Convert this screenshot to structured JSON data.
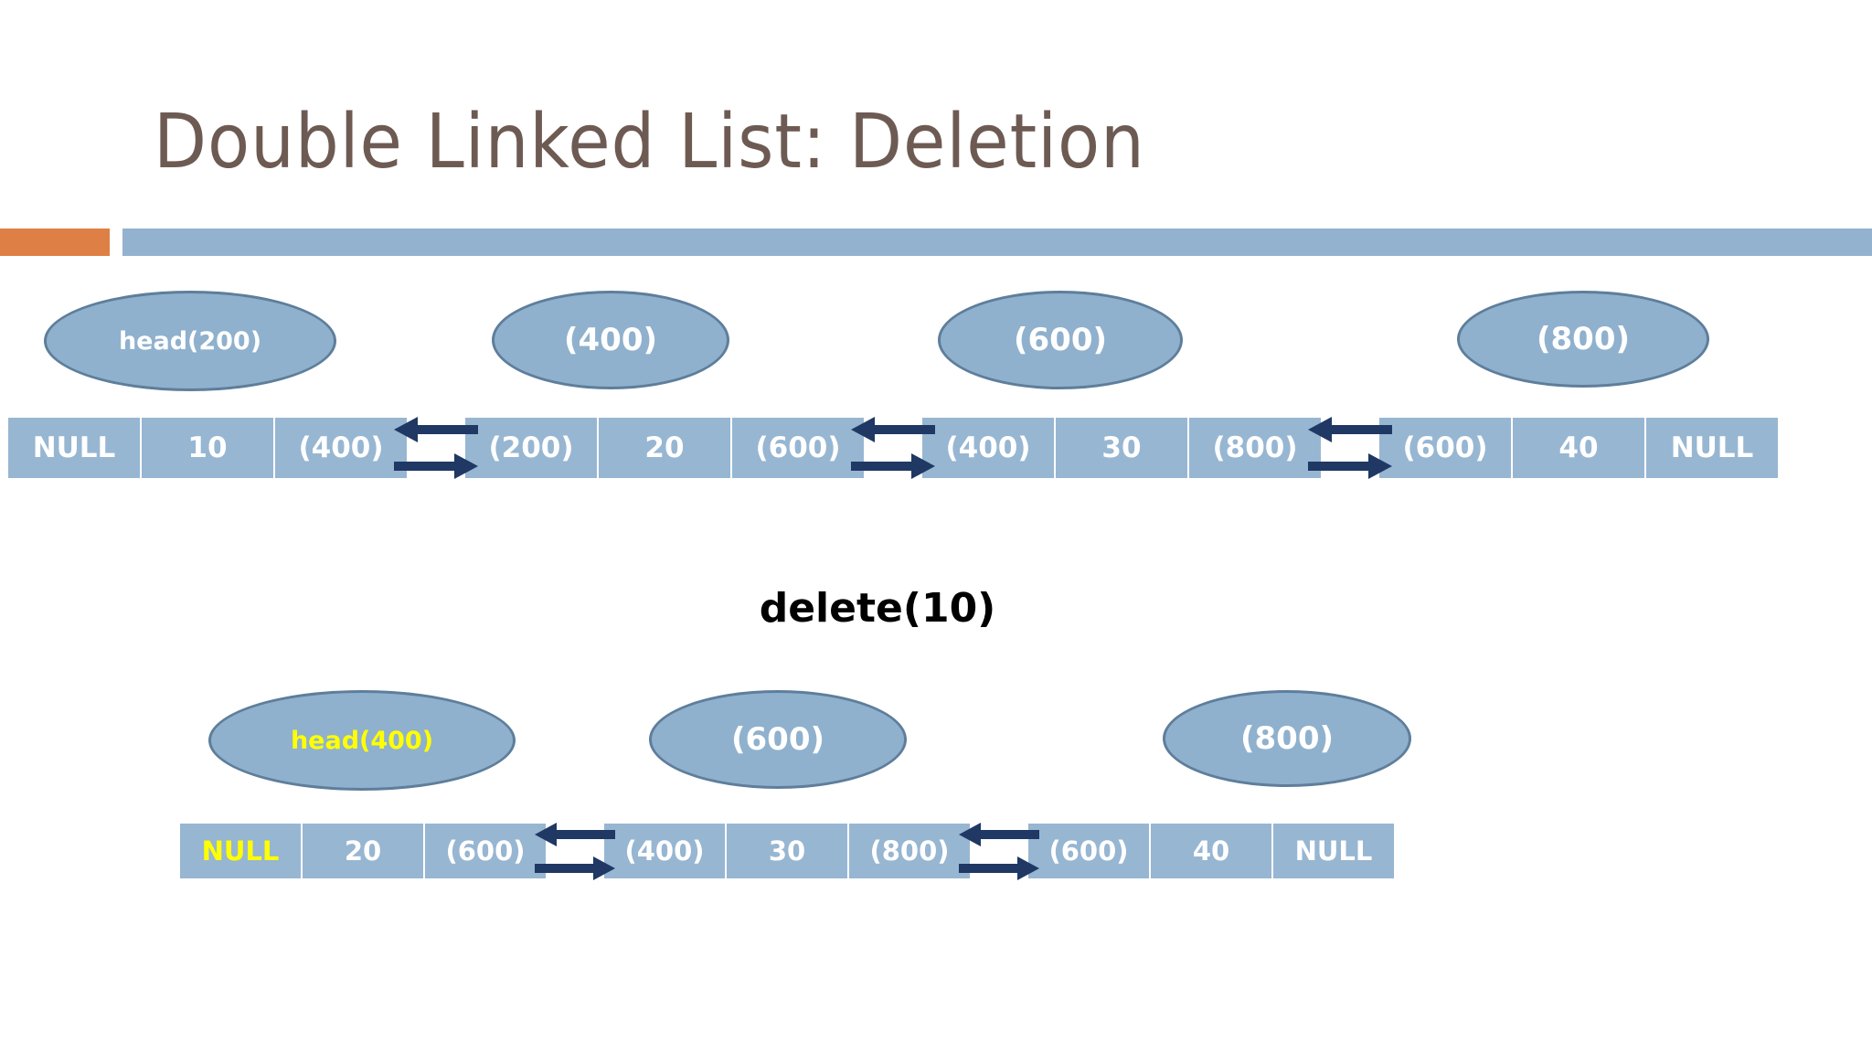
{
  "slide": {
    "title": "Double Linked List: Deletion",
    "title_color": "#6D5B53",
    "accent_orange": "#DE8045",
    "accent_blue": "#93B2D0",
    "node_fill": "#97B6D2",
    "ellipse_fill": "#8FB1CD",
    "ellipse_border": "#5E7E9B",
    "arrow_color": "#1F3864",
    "highlight_color": "#FFFF00",
    "operation_label": "delete(10)"
  },
  "before": {
    "pointers": [
      {
        "label": "head(200)",
        "size": "sm",
        "highlight": false
      },
      {
        "label": "(400)",
        "size": "lg",
        "highlight": false
      },
      {
        "label": "(600)",
        "size": "lg",
        "highlight": false
      },
      {
        "label": "(800)",
        "size": "lg",
        "highlight": false
      }
    ],
    "nodes": [
      {
        "prev": "NULL",
        "data": "10",
        "next": "(400)"
      },
      {
        "prev": "(200)",
        "data": "20",
        "next": "(600)"
      },
      {
        "prev": "(400)",
        "data": "30",
        "next": "(800)"
      },
      {
        "prev": "(600)",
        "data": "40",
        "next": "NULL"
      }
    ]
  },
  "after": {
    "pointers": [
      {
        "label": "head(400)",
        "size": "sm",
        "highlight": true
      },
      {
        "label": "(600)",
        "size": "lg",
        "highlight": false
      },
      {
        "label": "(800)",
        "size": "lg",
        "highlight": false
      }
    ],
    "nodes": [
      {
        "prev": "NULL",
        "prev_highlight": true,
        "data": "20",
        "next": "(600)"
      },
      {
        "prev": "(400)",
        "prev_highlight": false,
        "data": "30",
        "next": "(800)"
      },
      {
        "prev": "(600)",
        "prev_highlight": false,
        "data": "40",
        "next": "NULL"
      }
    ]
  }
}
